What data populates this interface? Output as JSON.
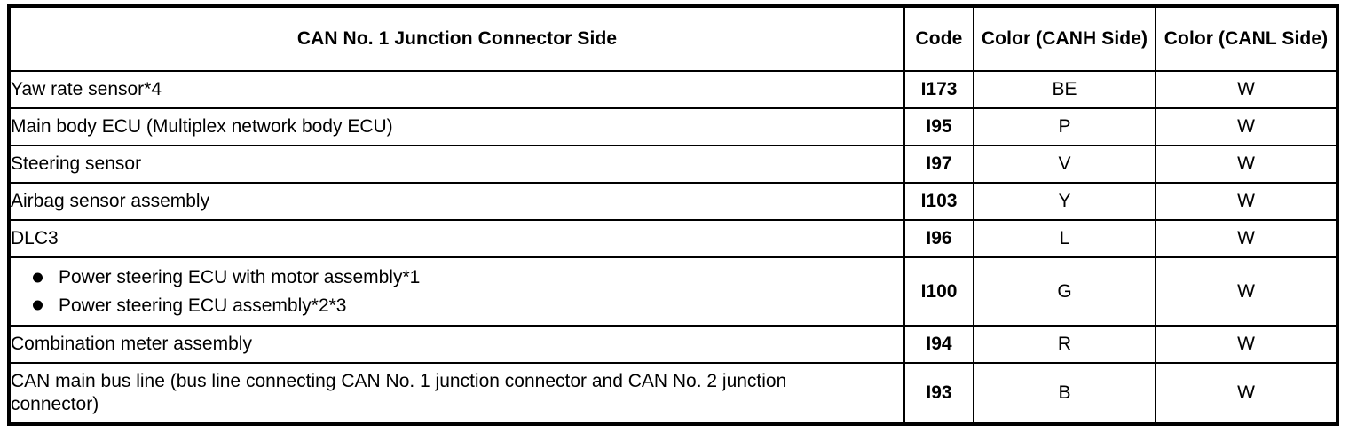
{
  "table": {
    "headers": {
      "main": "CAN No. 1 Junction Connector Side",
      "code": "Code",
      "canh": "Color (CANH Side)",
      "canl": "Color (CANL Side)"
    },
    "rows": [
      {
        "description": "Yaw rate sensor*4",
        "code": "I173",
        "canh": "BE",
        "canl": "W"
      },
      {
        "description": "Main body ECU (Multiplex network body ECU)",
        "code": "I95",
        "canh": "P",
        "canl": "W"
      },
      {
        "description": "Steering sensor",
        "code": "I97",
        "canh": "V",
        "canl": "W"
      },
      {
        "description": "Airbag sensor assembly",
        "code": "I103",
        "canh": "Y",
        "canl": "W"
      },
      {
        "description": "DLC3",
        "code": "I96",
        "canh": "L",
        "canl": "W"
      },
      {
        "bullets": [
          "Power steering ECU with motor assembly*1",
          "Power steering ECU assembly*2*3"
        ],
        "code": "I100",
        "canh": "G",
        "canl": "W"
      },
      {
        "description": "Combination meter assembly",
        "code": "I94",
        "canh": "R",
        "canl": "W"
      },
      {
        "description": "CAN main bus line (bus line connecting CAN No. 1 junction connector and CAN No. 2 junction connector)",
        "code": "I93",
        "canh": "B",
        "canl": "W"
      }
    ]
  },
  "colors": {
    "border": "#000000",
    "background": "#ffffff",
    "text": "#000000"
  }
}
